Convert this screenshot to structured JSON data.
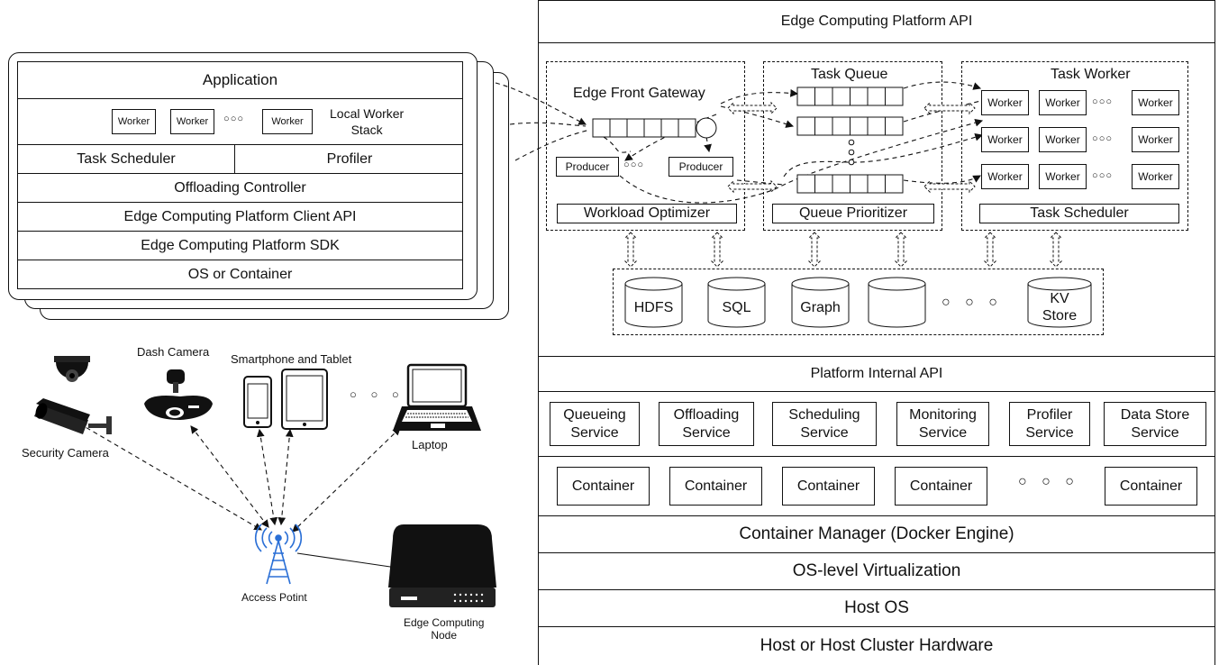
{
  "client": {
    "application": "Application",
    "worker": "Worker",
    "local_worker_stack": "Local Worker\nStack",
    "task_scheduler": "Task Scheduler",
    "profiler": "Profiler",
    "offloading_controller": "Offloading Controller",
    "client_api": "Edge Computing Platform Client API",
    "sdk": "Edge Computing Platform SDK",
    "os": "OS or Container"
  },
  "devices": {
    "dash_camera": "Dash Camera",
    "smartphone_tablet": "Smartphone and Tablet",
    "security_camera": "Security Camera",
    "laptop": "Laptop",
    "access_point": "Access Potint",
    "edge_node": "Edge Computing\nNode"
  },
  "server": {
    "api": "Edge Computing Platform API",
    "gateway": "Edge Front Gateway",
    "producer": "Producer",
    "workload_optimizer": "Workload Optimizer",
    "task_queue": "Task Queue",
    "queue_prioritizer": "Queue Prioritizer",
    "task_worker": "Task Worker",
    "worker": "Worker",
    "task_scheduler": "Task Scheduler",
    "stores": [
      "HDFS",
      "SQL",
      "Graph",
      "",
      "KV\nStore"
    ],
    "internal_api": "Platform Internal API",
    "services": [
      "Queueing\nService",
      "Offloading\nService",
      "Scheduling\nService",
      "Monitoring\nService",
      "Profiler\nService",
      "Data Store\nService"
    ],
    "container": "Container",
    "container_manager": "Container Manager (Docker Engine)",
    "os_virtualization": "OS-level Virtualization",
    "host_os": "Host OS",
    "hardware": "Host or Host Cluster Hardware"
  },
  "ellipsis": "○ ○ ○"
}
